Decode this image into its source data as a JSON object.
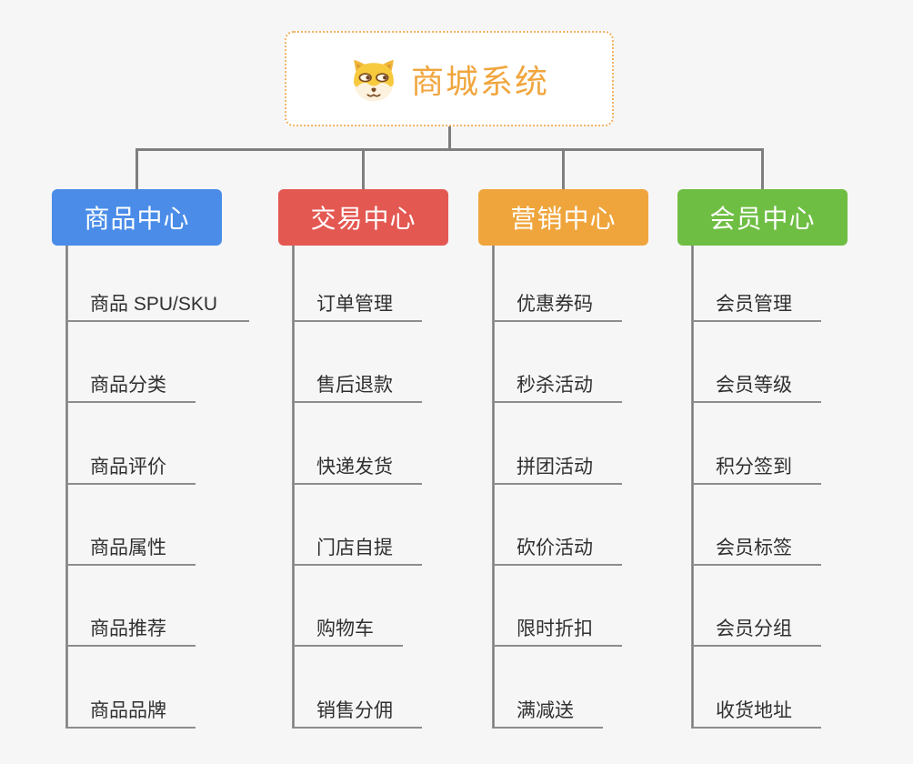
{
  "app": {
    "background_color": "#f6f6f7",
    "connector_color": "#7f7f7f",
    "underline_color": "#8d8d8d"
  },
  "root": {
    "title": "商城系统",
    "icon": "dog-face-icon",
    "title_color": "#f0a63e",
    "border_color": "#f1b363"
  },
  "branches": [
    {
      "label": "商品中心",
      "color": "#4a8ce8",
      "children": [
        "商品 SPU/SKU",
        "商品分类",
        "商品评价",
        "商品属性",
        "商品推荐",
        "商品品牌"
      ]
    },
    {
      "label": "交易中心",
      "color": "#e45852",
      "children": [
        "订单管理",
        "售后退款",
        "快递发货",
        "门店自提",
        "购物车",
        "销售分佣"
      ]
    },
    {
      "label": "营销中心",
      "color": "#efa53c",
      "children": [
        "优惠券码",
        "秒杀活动",
        "拼团活动",
        "砍价活动",
        "限时折扣",
        "满减送"
      ]
    },
    {
      "label": "会员中心",
      "color": "#6fbe44",
      "children": [
        "会员管理",
        "会员等级",
        "积分签到",
        "会员标签",
        "会员分组",
        "收货地址"
      ]
    }
  ]
}
